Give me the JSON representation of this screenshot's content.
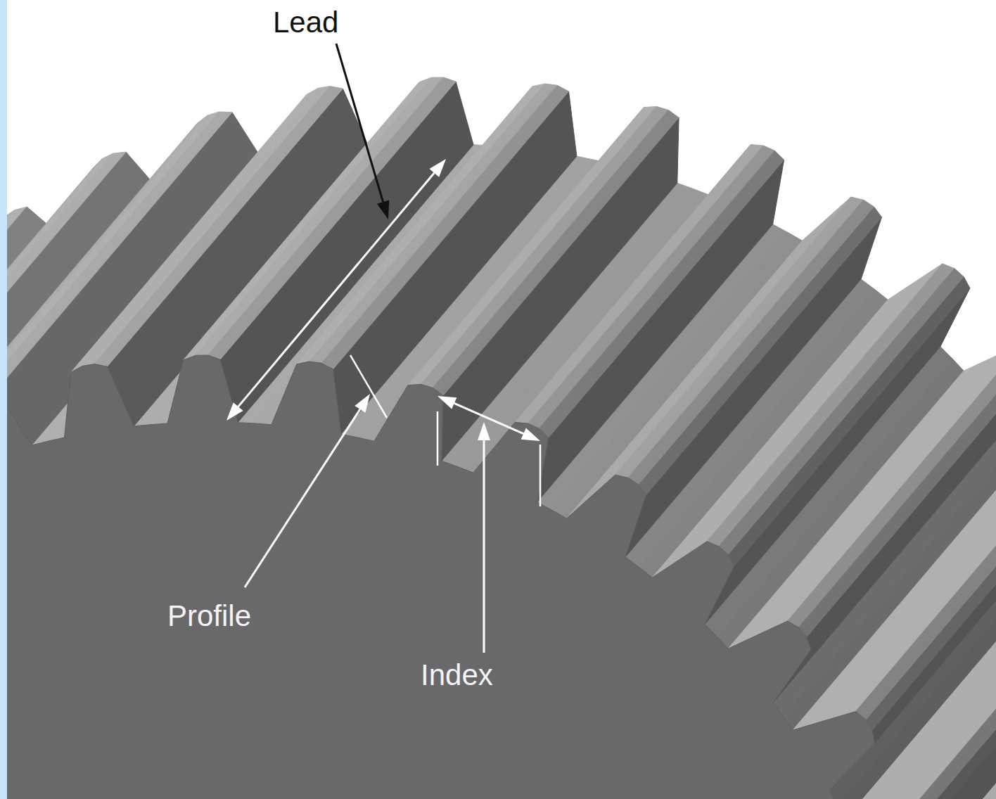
{
  "diagram": {
    "labels": [
      "Lead",
      "Profile",
      "Index"
    ]
  }
}
